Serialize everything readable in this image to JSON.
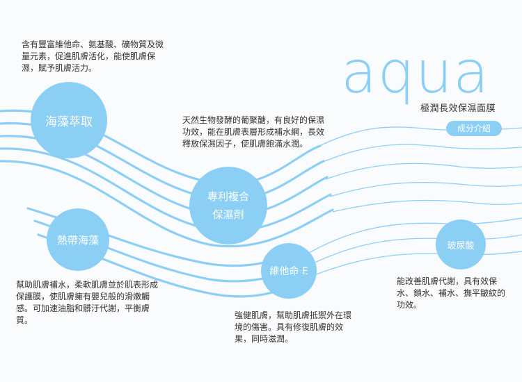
{
  "brand": {
    "name": "aqua",
    "subtitle": "極潤長效保濕面膜",
    "ingredients_button": "成分介紹"
  },
  "colors": {
    "accent": "#8ccff5",
    "background": "#fafbfd",
    "text": "#333333"
  },
  "ingredients": [
    {
      "name": "海藻萃取",
      "description": "含有豐富維他命、氨基酸、礦物質及微量元素，促進肌膚活化，能使肌膚保濕，賦予肌膚活力。"
    },
    {
      "name_line1": "專利複合",
      "name_line2": "保濕劑",
      "description": "天然生物發酵的葡聚醣，有良好的保濕功效，能在肌膚表層形成補水網，長效釋放保濕因子，使肌膚飽滿水潤。"
    },
    {
      "name": "熱帶海藻",
      "description": "幫助肌膚補水，柔軟肌膚並於肌表形成保護膜，使肌膚擁有嬰兒般的滑嫩觸感。可加速油脂和髒汙代謝，平衡膚質。"
    },
    {
      "name": "維他命 E",
      "description": "強健肌膚，幫助肌膚抵禦外在環境的傷害。具有修復肌膚的效果，同時滋潤。"
    },
    {
      "name": "玻尿酸",
      "description": "能改善肌膚代謝，具有效保水、鎖水、補水、撫平皺紋的功效。"
    }
  ]
}
